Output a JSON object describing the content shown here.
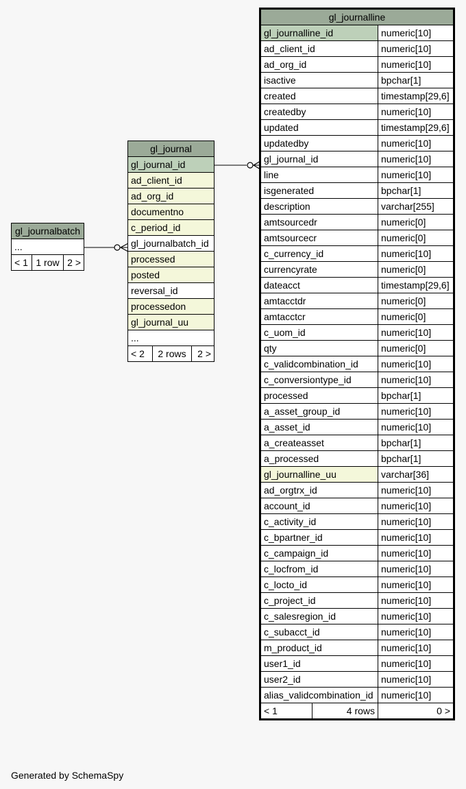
{
  "tables": {
    "gl_journalbatch": {
      "name": "gl_journalbatch",
      "ellipsis": "...",
      "footer": {
        "prev": "< 1",
        "count": "1 row",
        "next": "2 >"
      }
    },
    "gl_journal": {
      "name": "gl_journal",
      "columns": [
        {
          "name": "gl_journal_id",
          "kind": "pk"
        },
        {
          "name": "ad_client_id",
          "kind": "fk"
        },
        {
          "name": "ad_org_id",
          "kind": "fk"
        },
        {
          "name": "documentno",
          "kind": "fk"
        },
        {
          "name": "c_period_id",
          "kind": "fk"
        },
        {
          "name": "gl_journalbatch_id",
          "kind": "plain"
        },
        {
          "name": "processed",
          "kind": "fk"
        },
        {
          "name": "posted",
          "kind": "fk"
        },
        {
          "name": "reversal_id",
          "kind": "plain"
        },
        {
          "name": "processedon",
          "kind": "fk"
        },
        {
          "name": "gl_journal_uu",
          "kind": "fk"
        }
      ],
      "ellipsis": "...",
      "footer": {
        "prev": "< 2",
        "count": "2 rows",
        "next": "2 >"
      }
    },
    "gl_journalline": {
      "name": "gl_journalline",
      "columns": [
        {
          "name": "gl_journalline_id",
          "type": "numeric[10]",
          "kind": "pk"
        },
        {
          "name": "ad_client_id",
          "type": "numeric[10]",
          "kind": "plain"
        },
        {
          "name": "ad_org_id",
          "type": "numeric[10]",
          "kind": "plain"
        },
        {
          "name": "isactive",
          "type": "bpchar[1]",
          "kind": "plain"
        },
        {
          "name": "created",
          "type": "timestamp[29,6]",
          "kind": "plain"
        },
        {
          "name": "createdby",
          "type": "numeric[10]",
          "kind": "plain"
        },
        {
          "name": "updated",
          "type": "timestamp[29,6]",
          "kind": "plain"
        },
        {
          "name": "updatedby",
          "type": "numeric[10]",
          "kind": "plain"
        },
        {
          "name": "gl_journal_id",
          "type": "numeric[10]",
          "kind": "plain"
        },
        {
          "name": "line",
          "type": "numeric[10]",
          "kind": "plain"
        },
        {
          "name": "isgenerated",
          "type": "bpchar[1]",
          "kind": "plain"
        },
        {
          "name": "description",
          "type": "varchar[255]",
          "kind": "plain"
        },
        {
          "name": "amtsourcedr",
          "type": "numeric[0]",
          "kind": "plain"
        },
        {
          "name": "amtsourcecr",
          "type": "numeric[0]",
          "kind": "plain"
        },
        {
          "name": "c_currency_id",
          "type": "numeric[10]",
          "kind": "plain"
        },
        {
          "name": "currencyrate",
          "type": "numeric[0]",
          "kind": "plain"
        },
        {
          "name": "dateacct",
          "type": "timestamp[29,6]",
          "kind": "plain"
        },
        {
          "name": "amtacctdr",
          "type": "numeric[0]",
          "kind": "plain"
        },
        {
          "name": "amtacctcr",
          "type": "numeric[0]",
          "kind": "plain"
        },
        {
          "name": "c_uom_id",
          "type": "numeric[10]",
          "kind": "plain"
        },
        {
          "name": "qty",
          "type": "numeric[0]",
          "kind": "plain"
        },
        {
          "name": "c_validcombination_id",
          "type": "numeric[10]",
          "kind": "plain"
        },
        {
          "name": "c_conversiontype_id",
          "type": "numeric[10]",
          "kind": "plain"
        },
        {
          "name": "processed",
          "type": "bpchar[1]",
          "kind": "plain"
        },
        {
          "name": "a_asset_group_id",
          "type": "numeric[10]",
          "kind": "plain"
        },
        {
          "name": "a_asset_id",
          "type": "numeric[10]",
          "kind": "plain"
        },
        {
          "name": "a_createasset",
          "type": "bpchar[1]",
          "kind": "plain"
        },
        {
          "name": "a_processed",
          "type": "bpchar[1]",
          "kind": "plain"
        },
        {
          "name": "gl_journalline_uu",
          "type": "varchar[36]",
          "kind": "fk"
        },
        {
          "name": "ad_orgtrx_id",
          "type": "numeric[10]",
          "kind": "plain"
        },
        {
          "name": "account_id",
          "type": "numeric[10]",
          "kind": "plain"
        },
        {
          "name": "c_activity_id",
          "type": "numeric[10]",
          "kind": "plain"
        },
        {
          "name": "c_bpartner_id",
          "type": "numeric[10]",
          "kind": "plain"
        },
        {
          "name": "c_campaign_id",
          "type": "numeric[10]",
          "kind": "plain"
        },
        {
          "name": "c_locfrom_id",
          "type": "numeric[10]",
          "kind": "plain"
        },
        {
          "name": "c_locto_id",
          "type": "numeric[10]",
          "kind": "plain"
        },
        {
          "name": "c_project_id",
          "type": "numeric[10]",
          "kind": "plain"
        },
        {
          "name": "c_salesregion_id",
          "type": "numeric[10]",
          "kind": "plain"
        },
        {
          "name": "c_subacct_id",
          "type": "numeric[10]",
          "kind": "plain"
        },
        {
          "name": "m_product_id",
          "type": "numeric[10]",
          "kind": "plain"
        },
        {
          "name": "user1_id",
          "type": "numeric[10]",
          "kind": "plain"
        },
        {
          "name": "user2_id",
          "type": "numeric[10]",
          "kind": "plain"
        },
        {
          "name": "alias_validcombination_id",
          "type": "numeric[10]",
          "kind": "plain"
        }
      ],
      "footer": {
        "prev": "< 1",
        "count": "4 rows",
        "next": "0 >"
      }
    }
  },
  "colors": {
    "header": "#9baa98",
    "pk": "#bdd0b9",
    "fk": "#f4f7da",
    "background": "#f7f7f7"
  },
  "footer_note": "Generated by SchemaSpy"
}
